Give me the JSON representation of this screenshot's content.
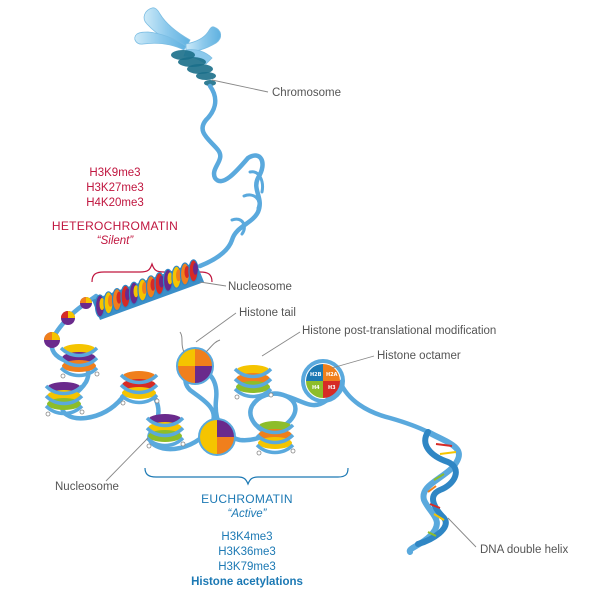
{
  "labels": {
    "chromosome": "Chromosome",
    "nucleosome_top": "Nucleosome",
    "histone_tail": "Histone tail",
    "ptm": "Histone post-translational modification",
    "histone_octamer": "Histone octamer",
    "nucleosome_bottom": "Nucleosome",
    "dna_helix": "DNA double helix"
  },
  "heterochromatin": {
    "marks": [
      "H3K9me3",
      "H3K27me3",
      "H4K20me3"
    ],
    "title": "HETEROCHROMATIN",
    "subtitle": "“Silent”"
  },
  "euchromatin": {
    "title": "EUCHROMATIN",
    "subtitle": "“Active”",
    "marks": [
      "H3K4me3",
      "H3K36me3",
      "H3K79me3",
      "Histone acetylations"
    ]
  },
  "octamer_labels": [
    "H2B",
    "H2A",
    "H4",
    "H3"
  ],
  "colors": {
    "dna": "#5aa9dd",
    "dna_dark": "#2f86c4",
    "chromosome": "#9fd3ef",
    "heterochromatin": "#c0163f",
    "euchromatin": "#1c79b4",
    "histone_yellow": "#f5c400",
    "histone_orange": "#f07f1c",
    "histone_purple": "#6a2a8c",
    "histone_red": "#d62b26",
    "histone_green": "#8dbd2a"
  }
}
